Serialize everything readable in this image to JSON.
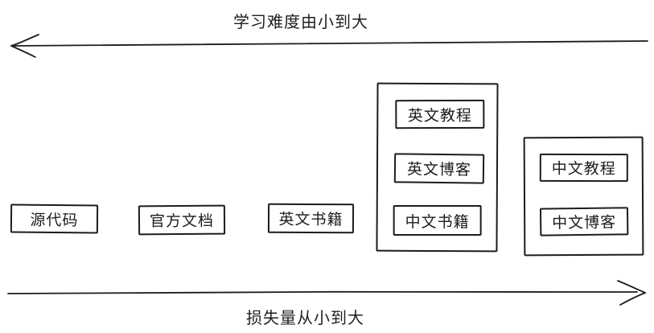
{
  "axes": {
    "top": {
      "label": "学习难度由小到大",
      "direction": "left"
    },
    "bottom": {
      "label": "损失量从小到大",
      "direction": "right"
    }
  },
  "standalone_boxes": [
    {
      "id": "source-code",
      "label": "源代码"
    },
    {
      "id": "official-docs",
      "label": "官方文档"
    },
    {
      "id": "english-books",
      "label": "英文书籍"
    }
  ],
  "group_left": {
    "items": [
      {
        "id": "english-tutorials",
        "label": "英文教程"
      },
      {
        "id": "english-blogs",
        "label": "英文博客"
      },
      {
        "id": "chinese-books",
        "label": "中文书籍"
      }
    ]
  },
  "group_right": {
    "items": [
      {
        "id": "chinese-tutorials",
        "label": "中文教程"
      },
      {
        "id": "chinese-blogs",
        "label": "中文博客"
      }
    ]
  },
  "colors": {
    "stroke": "#1c1c1c",
    "background": "#ffffff"
  }
}
